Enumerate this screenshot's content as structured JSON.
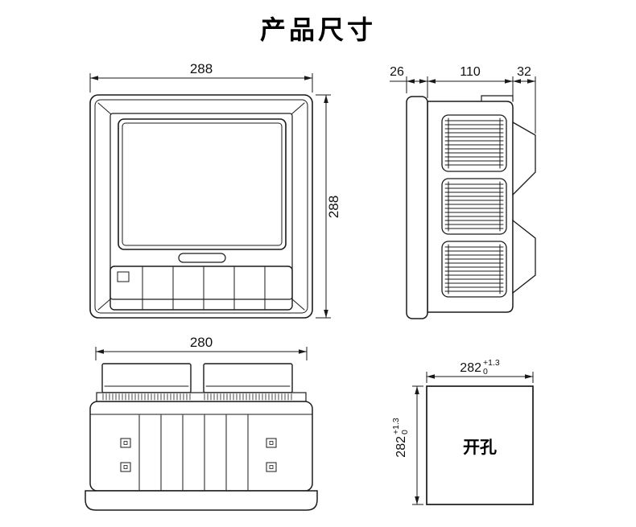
{
  "title": "产品尺寸",
  "front_view": {
    "width_label": "288",
    "height_label": "288"
  },
  "side_view": {
    "bezel_depth_label": "26",
    "body_depth_label": "110",
    "rear_label": "32"
  },
  "bottom_view": {
    "width_label": "280"
  },
  "cutout": {
    "label": "开孔",
    "width": {
      "value": "282",
      "tol_upper": "+1.3",
      "tol_lower": "0"
    },
    "height": {
      "value": "282",
      "tol_upper": "+1.3",
      "tol_lower": "0"
    }
  },
  "colors": {
    "line": "#1a1a1a",
    "background": "#ffffff"
  }
}
